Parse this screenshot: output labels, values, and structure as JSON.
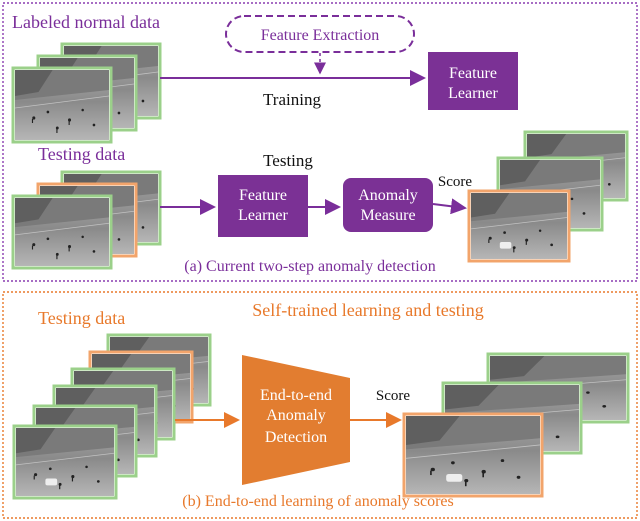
{
  "panel_a": {
    "labeled_data_label": "Labeled normal data",
    "feature_extraction": "Feature Extraction",
    "training_label": "Training",
    "feature_learner_top": [
      "Feature",
      "Learner"
    ],
    "testing_data_label": "Testing data",
    "testing_label": "Testing",
    "feature_learner_mid": [
      "Feature",
      "Learner"
    ],
    "anomaly_measure": [
      "Anomaly",
      "Measure"
    ],
    "score_label": "Score",
    "caption": "(a) Current two-step anomaly detection"
  },
  "panel_b": {
    "title": "Self-trained learning and testing",
    "testing_data_label": "Testing data",
    "detector": [
      "End-to-end",
      "Anomaly",
      "Detection"
    ],
    "score_label": "Score",
    "caption": "(b) End-to-end learning of anomaly scores"
  },
  "colors": {
    "purple": "#7a2e9a",
    "purple_fill": "#7b3195",
    "orange": "#e8792b",
    "orange_fill": "#e27d30",
    "frame_green": "#9bd08a",
    "frame_orange": "#f2a46b"
  }
}
